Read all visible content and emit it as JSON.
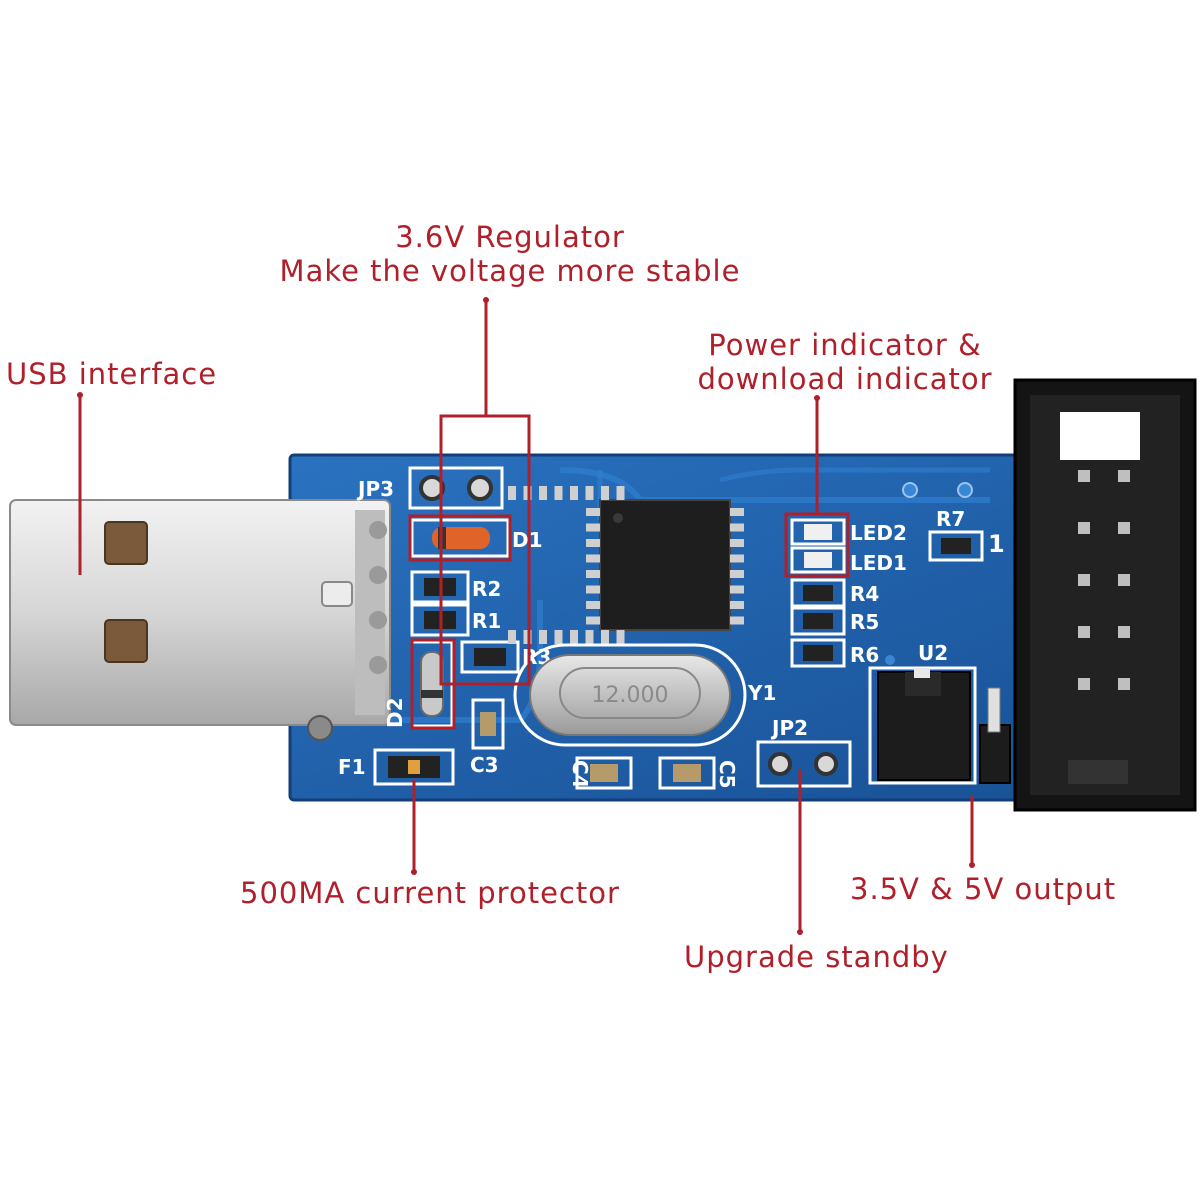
{
  "colors": {
    "callout_red": "#b0202a",
    "pcb_blue": "#1d5fa8",
    "silkscreen": "#ffffff"
  },
  "callouts": {
    "regulator_line1": "3.6V Regulator",
    "regulator_line2": "Make the voltage more stable",
    "usb": "USB interface",
    "indicator_line1": "Power indicator &",
    "indicator_line2": "download indicator",
    "current": "500MA current protector",
    "output": "3.5V & 5V output",
    "upgrade": "Upgrade standby"
  },
  "board_labels": {
    "jp3": "JP3",
    "d1": "D1",
    "r2": "R2",
    "r1": "R1",
    "r3": "R3",
    "d2": "D2",
    "f1": "F1",
    "c3": "C3",
    "c4": "C4",
    "c5": "C5",
    "y1": "Y1",
    "jp2": "JP2",
    "led2": "LED2",
    "led1": "LED1",
    "r4": "R4",
    "r5": "R5",
    "r6": "R6",
    "r7": "R7",
    "u2": "U2",
    "pin1": "1",
    "crystal": "12.000"
  }
}
